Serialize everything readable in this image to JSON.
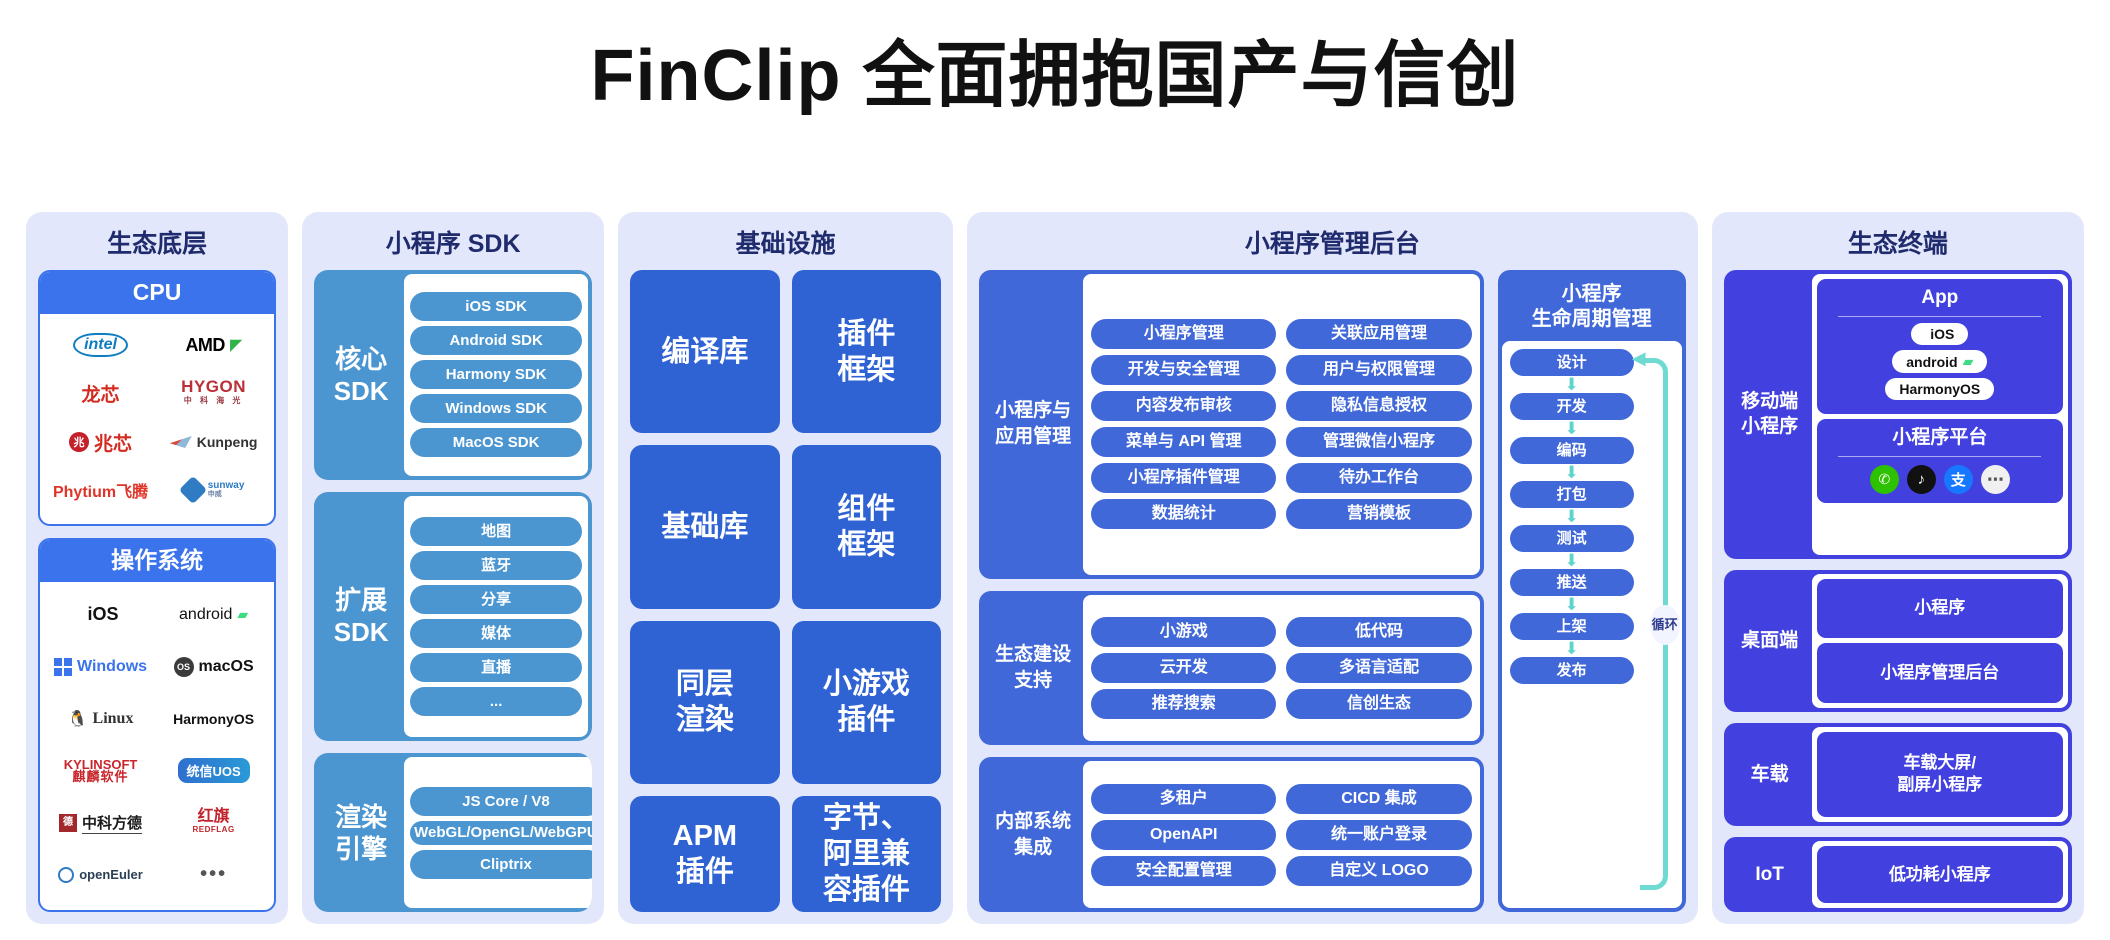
{
  "title": "FinClip 全面拥抱国产与信创",
  "columns": {
    "eco_base": {
      "title": "生态底层",
      "cpu": {
        "head": "CPU",
        "logos": [
          {
            "name": "intel",
            "text": "intel"
          },
          {
            "name": "amd",
            "text": "AMD"
          },
          {
            "name": "loongson",
            "text": "龙芯"
          },
          {
            "name": "hygon",
            "text": "HYGON",
            "sub": "中 科 海 光"
          },
          {
            "name": "zhaoxin",
            "text": "兆芯",
            "mark": "兆"
          },
          {
            "name": "kunpeng",
            "text": "Kunpeng"
          },
          {
            "name": "phytium",
            "text": "Phytium飞腾"
          },
          {
            "name": "sunway",
            "text": "sunway",
            "sub": "申威"
          }
        ]
      },
      "os": {
        "head": "操作系统",
        "logos": [
          {
            "name": "ios",
            "text": "iOS"
          },
          {
            "name": "android",
            "text": "android"
          },
          {
            "name": "windows",
            "text": "Windows"
          },
          {
            "name": "macos",
            "text": "macOS",
            "mark": "OS"
          },
          {
            "name": "linux",
            "text": "Linux"
          },
          {
            "name": "harmonyos",
            "text": "HarmonyOS"
          },
          {
            "name": "kylinsoft",
            "text": "KYLINSOFT",
            "sub": "麒麟软件"
          },
          {
            "name": "uos",
            "text": "统信UOS"
          },
          {
            "name": "zhongkefangde",
            "text": "中科方德",
            "mark": "德"
          },
          {
            "name": "redflag",
            "text": "红旗",
            "sub": "REDFLAG"
          },
          {
            "name": "openeuler",
            "text": "openEuler"
          },
          {
            "name": "more",
            "text": "•••"
          }
        ]
      }
    },
    "sdk": {
      "title": "小程序 SDK",
      "blocks": [
        {
          "label_lines": [
            "核心",
            "SDK"
          ],
          "items": [
            "iOS SDK",
            "Android SDK",
            "Harmony SDK",
            "Windows SDK",
            "MacOS SDK"
          ]
        },
        {
          "label_lines": [
            "扩展",
            "SDK"
          ],
          "items": [
            "地图",
            "蓝牙",
            "分享",
            "媒体",
            "直播",
            "..."
          ]
        },
        {
          "label_lines": [
            "渲染",
            "引擎"
          ],
          "items": [
            "JS Core / V8",
            "WebGL/OpenGL/WebGPU",
            "Cliptrix"
          ]
        }
      ]
    },
    "infra": {
      "title": "基础设施",
      "cells": [
        {
          "lines": [
            "编译库"
          ]
        },
        {
          "lines": [
            "插件",
            "框架"
          ]
        },
        {
          "lines": [
            "基础库"
          ]
        },
        {
          "lines": [
            "组件",
            "框架"
          ]
        },
        {
          "lines": [
            "同层",
            "渲染"
          ]
        },
        {
          "lines": [
            "小游戏",
            "插件"
          ]
        },
        {
          "lines": [
            "APM",
            "插件"
          ]
        },
        {
          "lines": [
            "字节、",
            "阿里兼",
            "容插件"
          ]
        }
      ]
    },
    "admin": {
      "title": "小程序管理后台",
      "groups": [
        {
          "label_lines": [
            "小程序与",
            "应用管理"
          ],
          "items": [
            "小程序管理",
            "关联应用管理",
            "开发与安全管理",
            "用户与权限管理",
            "内容发布审核",
            "隐私信息授权",
            "菜单与 API 管理",
            "管理微信小程序",
            "小程序插件管理",
            "待办工作台",
            "数据统计",
            "营销模板"
          ]
        },
        {
          "label_lines": [
            "生态建设",
            "支持"
          ],
          "items": [
            "小游戏",
            "低代码",
            "云开发",
            "多语言适配",
            "推荐搜索",
            "信创生态"
          ]
        },
        {
          "label_lines": [
            "内部系统",
            "集成"
          ],
          "items": [
            "多租户",
            "CICD 集成",
            "OpenAPI",
            "统一账户登录",
            "安全配置管理",
            "自定义 LOGO"
          ]
        }
      ],
      "lifecycle": {
        "title_lines": [
          "小程序",
          "生命周期管理"
        ],
        "steps": [
          "设计",
          "开发",
          "编码",
          "打包",
          "测试",
          "推送",
          "上架",
          "发布"
        ],
        "loop_label": "循环"
      }
    },
    "terminal": {
      "title": "生态终端",
      "blocks": [
        {
          "label_lines": [
            "移动端",
            "小程序"
          ],
          "cards": [
            {
              "title": "App",
              "pills": [
                "iOS",
                "android",
                "HarmonyOS"
              ]
            },
            {
              "title": "小程序平台",
              "icons": [
                "wechat-icon",
                "douyin-icon",
                "alipay-icon",
                "more-icon"
              ]
            }
          ]
        },
        {
          "label_lines": [
            "桌面端"
          ],
          "simple": [
            "小程序",
            "小程序管理后台"
          ]
        },
        {
          "label_lines": [
            "车载"
          ],
          "simple": [
            "车载大屏/\n副屏小程序"
          ]
        },
        {
          "label_lines": [
            "IoT"
          ],
          "simple": [
            "低功耗小程序"
          ]
        }
      ]
    }
  },
  "colors": {
    "panel_bg": "#e2e7fb",
    "panel_title": "#1f2b6c",
    "eco_blue": "#3b73ec",
    "sdk_blue": "#4b96d1",
    "infra_blue": "#2f63d4",
    "admin_blue": "#4068d8",
    "terminal_blue": "#4241e0",
    "loop_teal": "#6fdad2"
  }
}
